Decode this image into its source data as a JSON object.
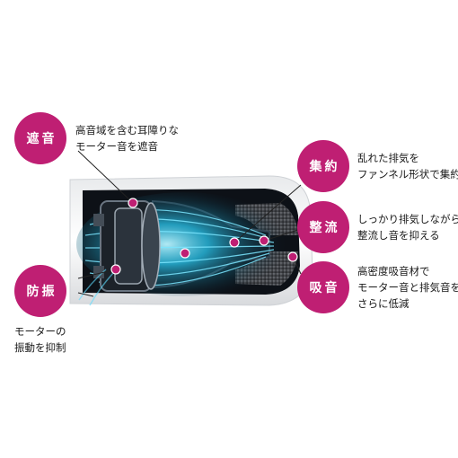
{
  "colors": {
    "badge": "#bf1f73",
    "leader": "#222222",
    "dot": "#bf1f73",
    "airflow": "#28c8f0",
    "housing_dark": "#0d1117"
  },
  "image": {
    "subject": "motor-cross-section",
    "icons": [
      "motor-housing",
      "airflow-streams",
      "funnel",
      "sound-absorbing-foam"
    ]
  },
  "labels": {
    "soundproof": {
      "badge": "遮音",
      "lines": [
        "高音域を含む耳障りな",
        "モーター音を遮音"
      ]
    },
    "converge": {
      "badge": "集約",
      "lines": [
        "乱れた排気を",
        "ファンネル形状で集約"
      ]
    },
    "rectify": {
      "badge": "整流",
      "lines": [
        "しっかり排気しながら",
        "整流し音を抑える"
      ]
    },
    "absorb": {
      "badge": "吸音",
      "lines": [
        "高密度吸音材で",
        "モーター音と排気音を",
        "さらに低減"
      ]
    },
    "antivibration": {
      "badge": "防振",
      "lines": [
        "モーターの",
        "振動を抑制"
      ]
    }
  }
}
